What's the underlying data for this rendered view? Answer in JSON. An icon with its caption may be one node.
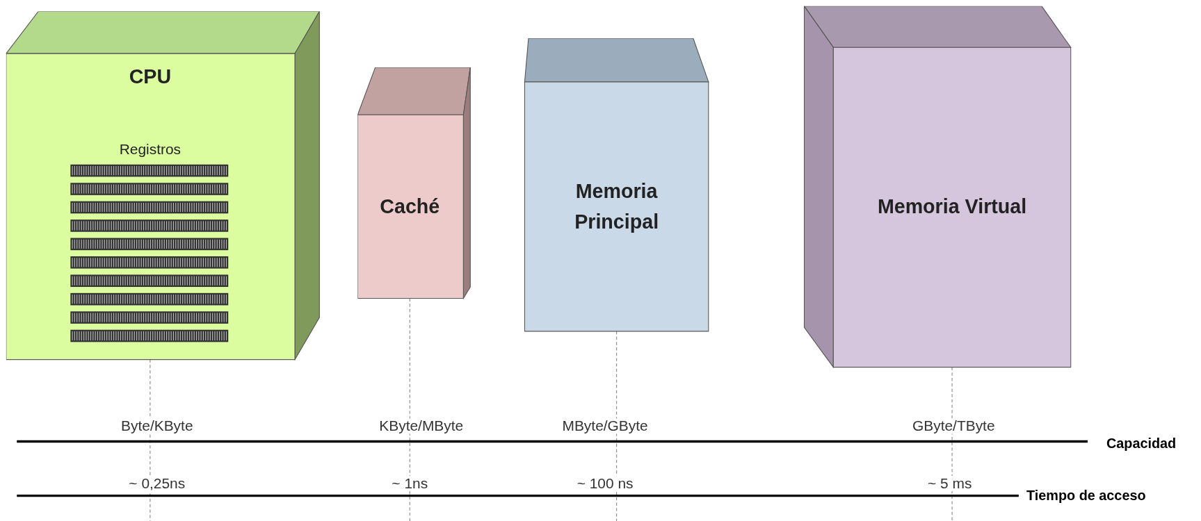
{
  "diagram": {
    "nodes": [
      {
        "text": [
          "CPU"
        ]
      },
      {
        "text": [
          "Registros"
        ],
        "in": 0
      },
      {
        "text": [
          "Caché"
        ]
      },
      {
        "text": [
          "Memoria Principal"
        ]
      },
      {
        "text": [
          "Memoria Virtual"
        ]
      }
    ],
    "edges": [],
    "labels": [
      "Byte/KByte",
      "KByte/MByte",
      "MByte/GByte",
      "GByte/TByte",
      "Capacidad",
      "~ 0,25ns",
      "~ 1ns",
      "~ 100 ns",
      "~ 5 ms",
      "Tiempo de acceso"
    ]
  }
}
